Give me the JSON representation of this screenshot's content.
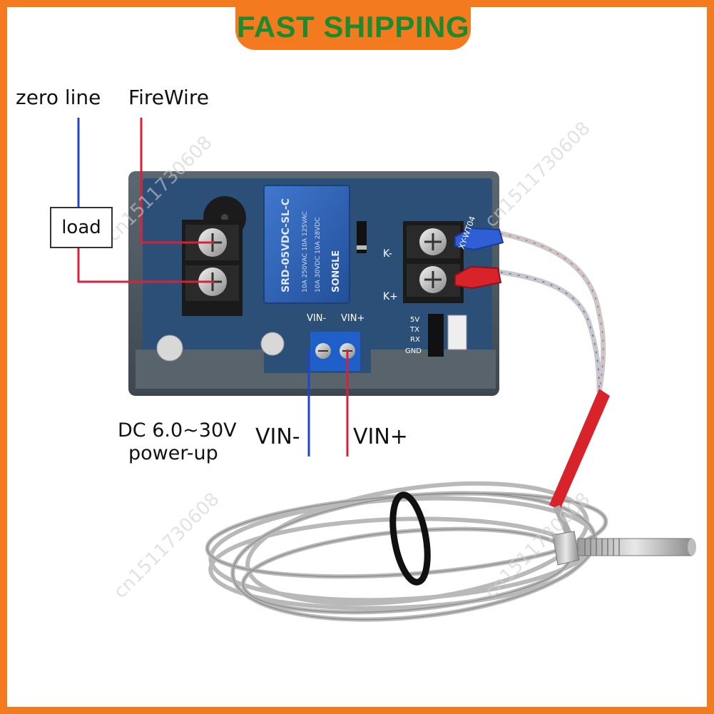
{
  "banner": {
    "text": "FAST SHIPPING"
  },
  "labels": {
    "zero_line": "zero line",
    "firewire": "FireWire",
    "load": "load",
    "dc_voltage": "DC 6.0~30V",
    "power_up": "power-up",
    "vin_minus": "VIN-",
    "vin_plus": "VIN+"
  },
  "board_text": {
    "vin_minus": "VIN-",
    "vin_plus": "VIN+",
    "k_minus": "K-",
    "k_plus": "K+",
    "pin_5v": "5V",
    "pin_tx": "TX",
    "pin_rx": "RX",
    "pin_gnd": "GND",
    "model": "XY-WT04",
    "relay_brand": "SONGLE",
    "relay_model": "SRD-05VDC-SL-C",
    "relay_line1": "10A 250VAC 10A 125VAC",
    "relay_line2": "10A 30VDC 10A 28VDC"
  },
  "watermark": "cn1511730608",
  "colors": {
    "frame": "#f47a20",
    "banner_text": "#1c8a2e",
    "zero_wire": "#2244cc",
    "fire_wire": "#d8203a",
    "pcb": "#2c4f78",
    "relay": "#2f62b8"
  }
}
